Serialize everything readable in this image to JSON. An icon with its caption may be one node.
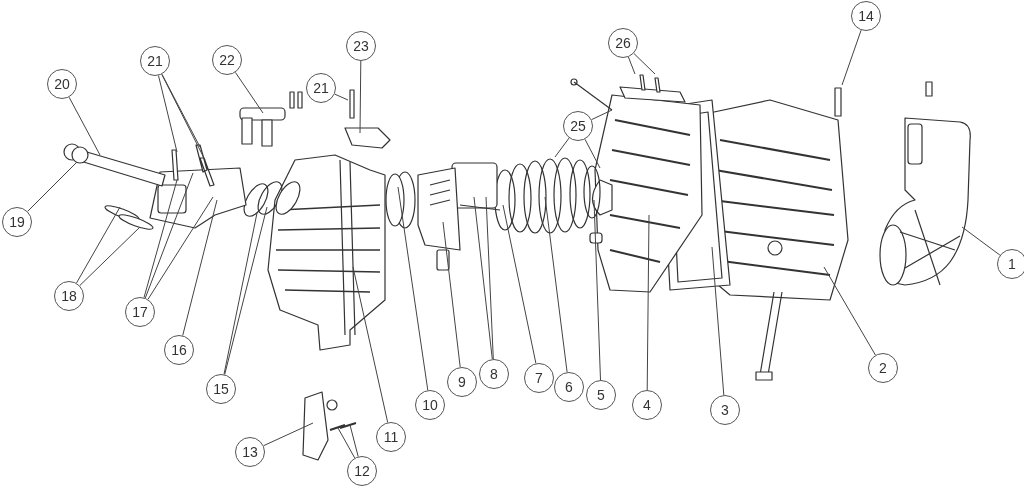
{
  "diagram": {
    "nodes": [
      {
        "text": [
          "1"
        ]
      },
      {
        "text": [
          "2"
        ]
      },
      {
        "text": [
          "3"
        ]
      },
      {
        "text": [
          "4"
        ]
      },
      {
        "text": [
          "5"
        ]
      },
      {
        "text": [
          "6"
        ]
      },
      {
        "text": [
          "7"
        ]
      },
      {
        "text": [
          "8"
        ]
      },
      {
        "text": [
          "9"
        ]
      },
      {
        "text": [
          "10"
        ]
      },
      {
        "text": [
          "11"
        ]
      },
      {
        "text": [
          "12"
        ]
      },
      {
        "text": [
          "13"
        ]
      },
      {
        "text": [
          "14"
        ]
      },
      {
        "text": [
          "15"
        ]
      },
      {
        "text": [
          "16"
        ]
      },
      {
        "text": [
          "17"
        ]
      },
      {
        "text": [
          "18"
        ]
      },
      {
        "text": [
          "19"
        ]
      },
      {
        "text": [
          "20"
        ]
      },
      {
        "text": [
          "21"
        ]
      },
      {
        "text": [
          "22"
        ]
      },
      {
        "text": [
          "23"
        ]
      },
      {
        "text": [
          "21"
        ]
      },
      {
        "text": [
          "25"
        ]
      },
      {
        "text": [
          "26"
        ]
      }
    ],
    "edges": [
      {
        "from": 0,
        "to": null,
        "arrow": "none"
      },
      {
        "from": 1,
        "to": null,
        "arrow": "none"
      },
      {
        "from": 2,
        "to": null,
        "arrow": "none"
      },
      {
        "from": 3,
        "to": null,
        "arrow": "none"
      },
      {
        "from": 4,
        "to": null,
        "arrow": "none"
      },
      {
        "from": 5,
        "to": null,
        "arrow": "none"
      },
      {
        "from": 6,
        "to": null,
        "arrow": "none"
      },
      {
        "from": 7,
        "to": null,
        "arrow": "none"
      },
      {
        "from": 7,
        "to": null,
        "arrow": "none"
      },
      {
        "from": 8,
        "to": null,
        "arrow": "none"
      },
      {
        "from": 9,
        "to": null,
        "arrow": "none"
      },
      {
        "from": 10,
        "to": null,
        "arrow": "none"
      },
      {
        "from": 11,
        "to": null,
        "arrow": "none"
      },
      {
        "from": 11,
        "to": null,
        "arrow": "none"
      },
      {
        "from": 12,
        "to": null,
        "arrow": "none"
      },
      {
        "from": 13,
        "to": null,
        "arrow": "none"
      },
      {
        "from": 14,
        "to": null,
        "arrow": "none"
      },
      {
        "from": 14,
        "to": null,
        "arrow": "none"
      },
      {
        "from": 15,
        "to": null,
        "arrow": "none"
      },
      {
        "from": 16,
        "to": null,
        "arrow": "none"
      },
      {
        "from": 16,
        "to": null,
        "arrow": "none"
      },
      {
        "from": 16,
        "to": null,
        "arrow": "none"
      },
      {
        "from": 17,
        "to": null,
        "arrow": "none"
      },
      {
        "from": 17,
        "to": null,
        "arrow": "none"
      },
      {
        "from": 18,
        "to": null,
        "arrow": "none"
      },
      {
        "from": 19,
        "to": null,
        "arrow": "none"
      },
      {
        "from": 20,
        "to": null,
        "arrow": "none"
      },
      {
        "from": 20,
        "to": null,
        "arrow": "none"
      },
      {
        "from": 20,
        "to": null,
        "arrow": "none"
      },
      {
        "from": 21,
        "to": null,
        "arrow": "none"
      },
      {
        "from": 22,
        "to": null,
        "arrow": "none"
      },
      {
        "from": 23,
        "to": null,
        "arrow": "none"
      },
      {
        "from": 24,
        "to": null,
        "arrow": "none"
      },
      {
        "from": 24,
        "to": null,
        "arrow": "none"
      },
      {
        "from": 24,
        "to": null,
        "arrow": "none"
      },
      {
        "from": 25,
        "to": null,
        "arrow": "none"
      },
      {
        "from": 25,
        "to": null,
        "arrow": "none"
      }
    ]
  }
}
